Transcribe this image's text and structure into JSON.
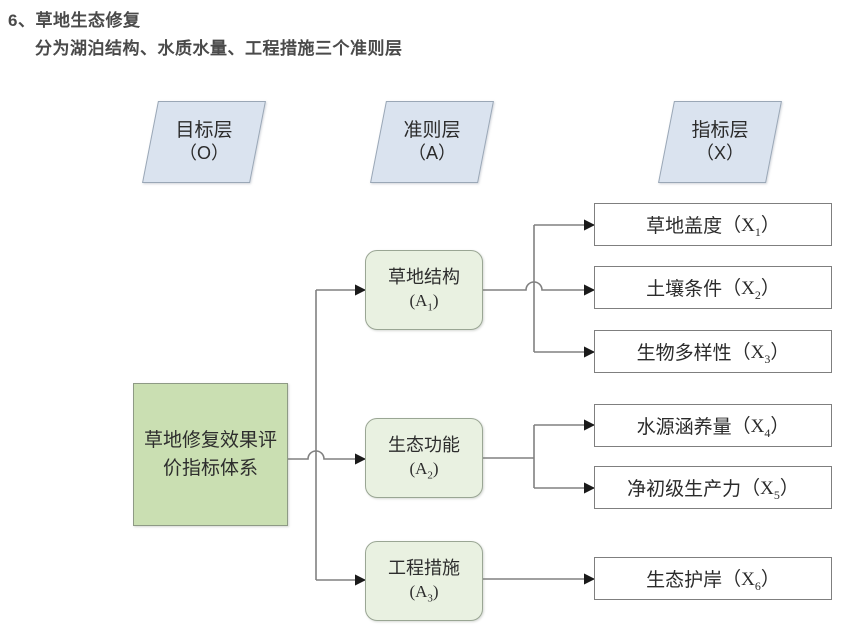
{
  "heading": {
    "line1": "6、草地生态修复",
    "line2": "分为湖泊结构、水质水量、工程措施三个准则层"
  },
  "layer_headers": [
    {
      "name": "goal-layer-header",
      "title": "目标层",
      "code": "（O）"
    },
    {
      "name": "criteria-layer-header",
      "title": "准则层",
      "code": "（A）"
    },
    {
      "name": "indicator-layer-header",
      "title": "指标层",
      "code": "（X）"
    }
  ],
  "goal": {
    "label": "草地修复效果评价指标体系"
  },
  "criteria": [
    {
      "label": "草地结构",
      "code": "A",
      "sub": "1",
      "code_text": "(A1)"
    },
    {
      "label": "生态功能",
      "code": "A",
      "sub": "2",
      "code_text": "(A2)"
    },
    {
      "label": "工程措施",
      "code": "A",
      "sub": "3",
      "code_text": "(A3)"
    }
  ],
  "indicators": [
    {
      "label": "草地盖度",
      "code": "X",
      "sub": "1",
      "full": "草地盖度（X1）",
      "parent": "A1"
    },
    {
      "label": "土壤条件",
      "code": "X",
      "sub": "2",
      "full": "土壤条件（X2）",
      "parent": "A1"
    },
    {
      "label": "生物多样性",
      "code": "X",
      "sub": "3",
      "full": "生物多样性（X3）",
      "parent": "A1"
    },
    {
      "label": "水源涵养量",
      "code": "X",
      "sub": "4",
      "full": "水源涵养量（X4）",
      "parent": "A2"
    },
    {
      "label": "净初级生产力",
      "code": "X",
      "sub": "5",
      "full": "净初级生产力（X5）",
      "parent": "A2"
    },
    {
      "label": "生态护岸",
      "code": "X",
      "sub": "6",
      "full": "生态护岸（X6）",
      "parent": "A3"
    }
  ],
  "colors": {
    "header_fill": "#dae3ef",
    "header_stroke": "#9aa7b6",
    "goal_fill": "#cadfb2",
    "goal_stroke": "#8e9a85",
    "criteria_fill": "#e9f1e1",
    "criteria_stroke": "#9aa694",
    "indicator_fill": "#ffffff",
    "indicator_stroke": "#7f7f7f",
    "connector": "#808080",
    "text": "#2b2b2b",
    "heading_text": "#4a4a4a",
    "background": "#ffffff"
  }
}
